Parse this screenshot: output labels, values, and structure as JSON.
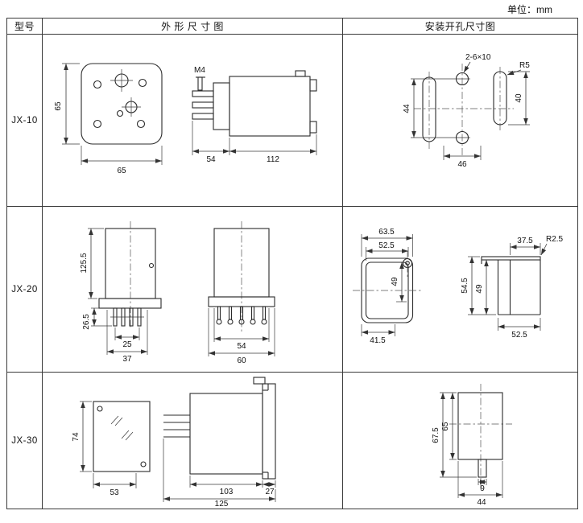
{
  "unit_note": "单位：mm",
  "table": {
    "headers": {
      "model": "型号",
      "outline": "外 形 尺 寸 图",
      "mounting": "安装开孔尺寸图"
    },
    "rows": [
      {
        "model": "JX-10",
        "outline": {
          "front_height": "65",
          "front_width": "65",
          "screw_spec": "M4",
          "front_depth": "54",
          "body_length": "112"
        },
        "mounting": {
          "hole_spec": "2-6×10",
          "slot_radius": "R5",
          "hole_spacing_v": "44",
          "slot_length": "40",
          "hole_spacing_h": "46"
        }
      },
      {
        "model": "JX-20",
        "outline": {
          "body_height": "125.5",
          "pin_height": "26.5",
          "pin_span": "25",
          "base_width": "37",
          "pin_span_b": "54",
          "base_width_b": "60"
        },
        "mounting": {
          "outer_width": "63.5",
          "inner_width": "52.5",
          "inner_height": "49",
          "bottom_width": "41.5",
          "top_width": "37.5",
          "corner_radius": "R2.5",
          "side_height": "54.5",
          "side_inner_height": "49",
          "side_width": "52.5"
        }
      },
      {
        "model": "JX-30",
        "outline": {
          "plate_height": "74",
          "plate_width": "53",
          "body_length": "103",
          "flange_depth": "27",
          "total_length": "125"
        },
        "mounting": {
          "cutout_height_outer": "67.5",
          "cutout_height_inner": "65",
          "notch_width": "9",
          "cutout_width": "44"
        }
      }
    ]
  }
}
